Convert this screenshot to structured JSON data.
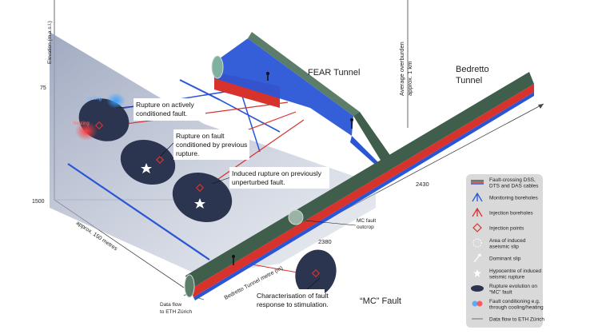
{
  "axes": {
    "elevation_label": "Elevation (m.a.s.l.)",
    "elevation_top_tick": "75",
    "elevation_bottom_tick": "1500",
    "distance_label": "approx. 150 metres",
    "tunnel_metre_label": "Bedretto Tunnel metre (m)",
    "tunnel_metre_ticks": [
      "2430",
      "2380"
    ]
  },
  "tunnels": {
    "fear": "FEAR Tunnel",
    "bedretto_line1": "Bedretto",
    "bedretto_line2": "Tunnel",
    "overburden_line1": "Average overburden",
    "overburden_line2": "approx. 1 km"
  },
  "labels": {
    "cooling": "cooling",
    "heating": "heating",
    "mc_fault_outcrop_line1": "MC fault",
    "mc_fault_outcrop_line2": "outcrop",
    "mc_fault": "“MC” Fault",
    "data_flow_line1": "Data flow",
    "data_flow_line2": "to ETH Zürich"
  },
  "callouts": {
    "rupture_active": [
      "Rupture on actively",
      "conditioned fault."
    ],
    "rupture_previous": [
      "Rupture on fault",
      "conditioned by previous",
      "rupture."
    ],
    "induced_rupture": [
      "Induced rupture on previously",
      "unperturbed fault."
    ],
    "characterisation": [
      "Characterisation of fault",
      "response to stimulation."
    ]
  },
  "legend": [
    {
      "text": [
        "Fault-crossing DSS,",
        "DTS and DAS cables"
      ],
      "icon": "cable-icon"
    },
    {
      "text": [
        "Monitoring boreholes"
      ],
      "icon": "monitoring-borehole-icon"
    },
    {
      "text": [
        "Injection boreholes"
      ],
      "icon": "injection-borehole-icon"
    },
    {
      "text": [
        "Injection points"
      ],
      "icon": "injection-point-icon"
    },
    {
      "text": [
        "Area of induced",
        "aseismic slip"
      ],
      "icon": "aseismic-area-icon"
    },
    {
      "text": [
        "Dominant slip"
      ],
      "icon": "dominant-slip-icon"
    },
    {
      "text": [
        "Hypocentre of induced",
        "seismic rupture"
      ],
      "icon": "hypocentre-star-icon"
    },
    {
      "text": [
        "Rupture evolution on",
        "“MC” fault"
      ],
      "icon": "rupture-evolution-icon"
    },
    {
      "text": [
        "Fault conditioning e.g.",
        "through cooling/heating"
      ],
      "icon": "conditioning-icon"
    },
    {
      "text": [
        "Data flow to ETH Zürich"
      ],
      "icon": "data-flow-icon"
    }
  ],
  "colors": {
    "tunnel_green": "#3f5e4c",
    "tunnel_red": "#d7322c",
    "tunnel_blue": "#2a56d6",
    "fault_plane": "#9aa5be",
    "ellipse_dark": "#2b3550",
    "legend_bg": "#d9d9d9"
  }
}
